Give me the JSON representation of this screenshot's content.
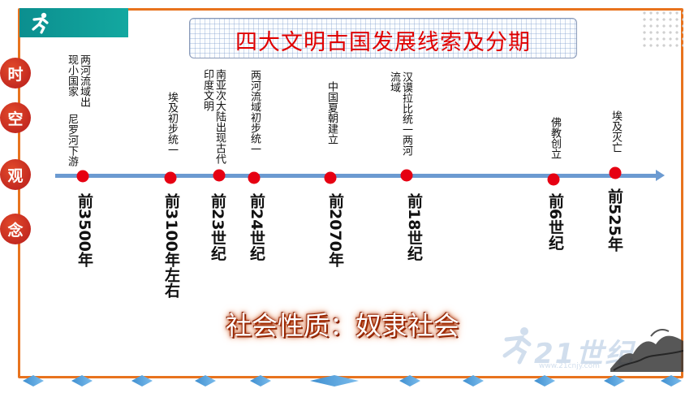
{
  "title": "四大文明古国发展线索及分期",
  "side_label": [
    "时",
    "空",
    "观",
    "念"
  ],
  "society": "社会性质：奴隶社会",
  "events": [
    {
      "event": "两河流域出现小国家",
      "event_b": "尼罗河下游",
      "date": "前3500年"
    },
    {
      "event": "埃及初步统一",
      "date": "前3100年左右"
    },
    {
      "event": "南亚次大陆出现古代印度文明",
      "date": "前23世纪"
    },
    {
      "event": "两河流域初步统一",
      "date": "前24世纪"
    },
    {
      "event": "中国夏朝建立",
      "date": "前2070年"
    },
    {
      "event": "汉谟拉比统一两河流域",
      "date": "前18世纪"
    },
    {
      "event": "佛教创立",
      "date": "前6世纪"
    },
    {
      "event": "埃及灭亡",
      "date": "前525年"
    }
  ],
  "watermark": {
    "text": "21世纪",
    "url": "www.21cnjy.com"
  },
  "colors": {
    "frame": "#e8731e",
    "dot": "#e60012",
    "line": "#6b9ad1",
    "title": "#e00000",
    "badge": "#13a8a0"
  }
}
